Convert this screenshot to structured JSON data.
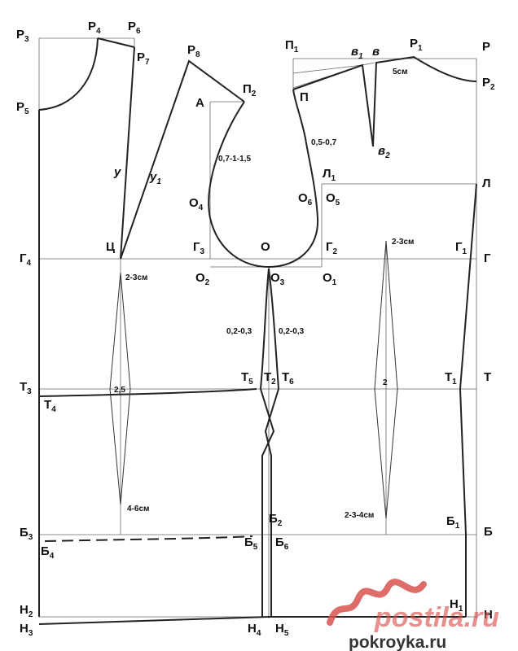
{
  "points": {
    "P": {
      "base": "Р",
      "sub": ""
    },
    "P1": {
      "base": "Р",
      "sub": "1"
    },
    "P2": {
      "base": "Р",
      "sub": "2"
    },
    "P3": {
      "base": "Р",
      "sub": "3"
    },
    "P4": {
      "base": "Р",
      "sub": "4"
    },
    "P5": {
      "base": "Р",
      "sub": "5"
    },
    "P6": {
      "base": "Р",
      "sub": "6"
    },
    "P7": {
      "base": "Р",
      "sub": "7"
    },
    "P8": {
      "base": "Р",
      "sub": "8"
    },
    "Pi": {
      "base": "П",
      "sub": ""
    },
    "Pi1": {
      "base": "П",
      "sub": "1"
    },
    "Pi2": {
      "base": "П",
      "sub": "2"
    },
    "v": {
      "base": "в",
      "sub": ""
    },
    "v1": {
      "base": "в",
      "sub": "1"
    },
    "v2": {
      "base": "в",
      "sub": "2"
    },
    "A": {
      "base": "А",
      "sub": ""
    },
    "L": {
      "base": "Л",
      "sub": ""
    },
    "L1": {
      "base": "Л",
      "sub": "1"
    },
    "y": {
      "base": "у",
      "sub": ""
    },
    "y1": {
      "base": "у",
      "sub": "1"
    },
    "C": {
      "base": "Ц",
      "sub": ""
    },
    "O": {
      "base": "О",
      "sub": ""
    },
    "O2": {
      "base": "О",
      "sub": "2"
    },
    "O3": {
      "base": "О",
      "sub": "3"
    },
    "O1": {
      "base": "О",
      "sub": "1"
    },
    "O4": {
      "base": "О",
      "sub": "4"
    },
    "O5": {
      "base": "О",
      "sub": "5"
    },
    "O6": {
      "base": "О",
      "sub": "6"
    },
    "G": {
      "base": "Г",
      "sub": ""
    },
    "G1": {
      "base": "Г",
      "sub": "1"
    },
    "G2": {
      "base": "Г",
      "sub": "2"
    },
    "G3": {
      "base": "Г",
      "sub": "3"
    },
    "G4": {
      "base": "Г",
      "sub": "4"
    },
    "T": {
      "base": "Т",
      "sub": ""
    },
    "T1": {
      "base": "Т",
      "sub": "1"
    },
    "T2": {
      "base": "Т",
      "sub": "2"
    },
    "T3": {
      "base": "Т",
      "sub": "3"
    },
    "T4": {
      "base": "Т",
      "sub": "4"
    },
    "T5": {
      "base": "Т",
      "sub": "5"
    },
    "T6": {
      "base": "Т",
      "sub": "6"
    },
    "B": {
      "base": "Б",
      "sub": ""
    },
    "B1": {
      "base": "Б",
      "sub": "1"
    },
    "B2": {
      "base": "Б",
      "sub": "2"
    },
    "B3": {
      "base": "Б",
      "sub": "3"
    },
    "B4": {
      "base": "Б",
      "sub": "4"
    },
    "B5": {
      "base": "Б",
      "sub": "5"
    },
    "B6": {
      "base": "Б",
      "sub": "6"
    },
    "N": {
      "base": "Н",
      "sub": ""
    },
    "N1": {
      "base": "Н",
      "sub": "1"
    },
    "N2": {
      "base": "Н",
      "sub": "2"
    },
    "N3": {
      "base": "Н",
      "sub": "3"
    },
    "N4": {
      "base": "Н",
      "sub": "4"
    },
    "N5": {
      "base": "Н",
      "sub": "5"
    }
  },
  "measurements": {
    "shoulder_dart": "5см",
    "armhole_front": "0,5-0,7",
    "armhole_back": "0,7-1-1,5",
    "back_dart_top": "2-3см",
    "back_dart_width": "2,5",
    "back_dart_bottom": "4-6см",
    "side_left": "0,2-0,3",
    "side_right": "0,2-0,3",
    "front_dart_top": "2-3см",
    "front_dart_width": "2",
    "front_dart_bottom": "2-3-4см"
  },
  "watermark": {
    "brand": "postila.ru",
    "site": "pokroyka.ru"
  },
  "colors": {
    "line": "#222222",
    "guide": "#666666",
    "watermark": "#d9534f"
  }
}
